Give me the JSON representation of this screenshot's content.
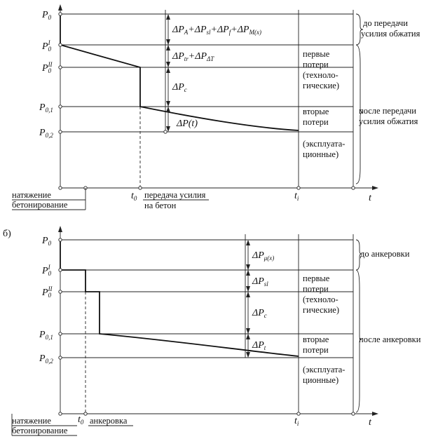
{
  "part_a": {
    "y_labels": {
      "p0": "P",
      "p0_sub": "0",
      "p0i": "P",
      "p0i_sub": "0",
      "p0i_sup": "I",
      "p0ii": "P",
      "p0ii_sub": "0",
      "p0ii_sup": "II",
      "p01": "P",
      "p01_sub": "0,1",
      "p02": "P",
      "p02_sub": "0,2"
    },
    "delta_labels": {
      "sum1": "ΔP_A+ΔP_sl+ΔP_f+ΔP_M(x)",
      "sum1_parts": [
        "ΔP",
        "A",
        "+ΔP",
        "sl",
        "+ΔP",
        "f",
        "+ΔP",
        "M(x)"
      ],
      "sum2_parts": [
        "ΔP",
        "tr",
        "+ΔP",
        "ΔT"
      ],
      "pc_parts": [
        "ΔP",
        "c"
      ],
      "pt": "ΔP(t)"
    },
    "right_notes": {
      "before_transfer_1": "до передачи",
      "before_transfer_2": "усилия обжатия",
      "first_1": "первые",
      "first_2": "потери",
      "first_3": "(техноло-",
      "first_4": "гические)",
      "second_1": "вторые",
      "second_2": "потери",
      "after_transfer_1": "после передачи",
      "after_transfer_2": "усилия обжатия",
      "oper_1": "(эксплуата-",
      "oper_2": "ционные)"
    },
    "axis": {
      "t": "t",
      "t0": "t",
      "t0_sub": "0",
      "ti": "t",
      "ti_sub": "i"
    },
    "bottom_notes": {
      "tension": "натяжение",
      "concreting": "бетонирование",
      "transfer_1": "передача усилия",
      "transfer_2": "на бетон"
    }
  },
  "part_b": {
    "letter": "б)",
    "y_labels": {
      "p0": "P",
      "p0_sub": "0",
      "p0i": "P",
      "p0i_sub": "0",
      "p0i_sup": "I",
      "p0ii": "P",
      "p0ii_sub": "0",
      "p0ii_sup": "II",
      "p01": "P",
      "p01_sub": "0,1",
      "p02": "P",
      "p02_sub": "0,2"
    },
    "delta_labels": {
      "mu_parts": [
        "ΔP",
        "μ(x)"
      ],
      "sl_parts": [
        "ΔP",
        "sl"
      ],
      "c_parts": [
        "ΔP",
        "c"
      ],
      "t_parts": [
        "ΔP",
        "t"
      ]
    },
    "right_notes": {
      "before_anchor": "до анкеровки",
      "first_1": "первые",
      "first_2": "потери",
      "first_3": "(техноло-",
      "first_4": "гические)",
      "after_anchor": "после анкеровки",
      "second_1": "вторые",
      "second_2": "потери",
      "oper_1": "(эксплуата-",
      "oper_2": "ционные)"
    },
    "axis": {
      "t": "t",
      "t0": "t",
      "t0_sub": "0",
      "ti": "t",
      "ti_sub": "i"
    },
    "bottom_notes": {
      "tension": "натяжение",
      "concreting": "бетонирование",
      "anchoring": "анкеровка"
    }
  }
}
